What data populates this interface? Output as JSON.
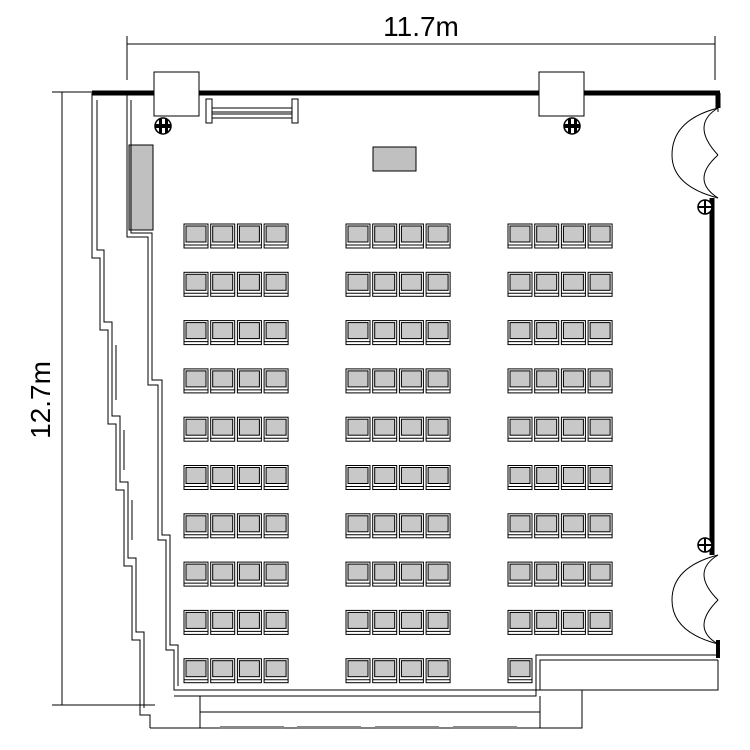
{
  "dimensions": {
    "width_label": "11.7m",
    "height_label": "12.7m"
  },
  "seating": {
    "blocks": 3,
    "rows": 10,
    "seats_per_row_per_block": 4,
    "last_row_seats": [
      4,
      4,
      1
    ]
  },
  "colors": {
    "seat_fill": "#c8c8c8",
    "wall": "#000000",
    "furniture_fill": "#c0c0c0"
  }
}
